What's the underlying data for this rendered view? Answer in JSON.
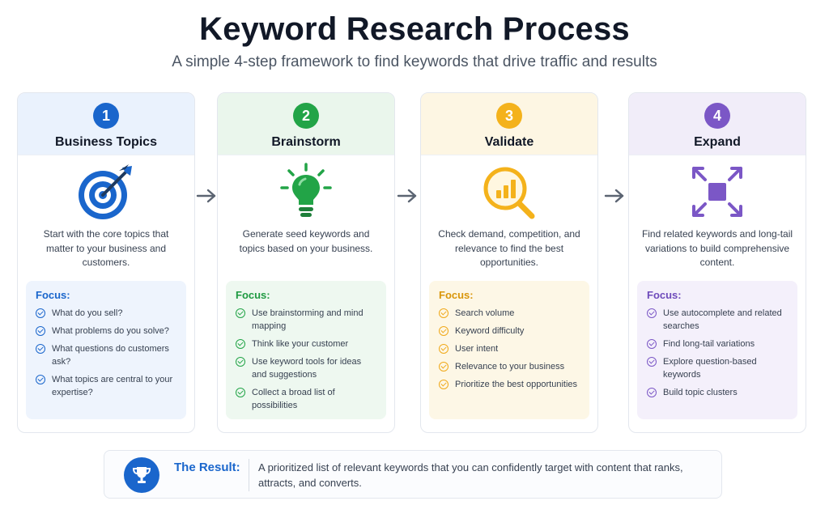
{
  "header": {
    "title": "Keyword Research Process",
    "subtitle": "A simple 4-step framework to find keywords that drive traffic and results"
  },
  "steps": [
    {
      "number": "1",
      "title": "Business Topics",
      "icon": "target-icon",
      "color": "#1a66cc",
      "description": "Start with the core topics that matter to your business and customers.",
      "focus_label": "Focus:",
      "focus_items": [
        "What do you sell?",
        "What problems do you solve?",
        "What questions do customers ask?",
        "What topics are central to your expertise?"
      ]
    },
    {
      "number": "2",
      "title": "Brainstorm",
      "icon": "lightbulb-icon",
      "color": "#22a447",
      "description": "Generate seed keywords and topics based on your business.",
      "focus_label": "Focus:",
      "focus_items": [
        "Use brainstorming and mind mapping",
        "Think like your customer",
        "Use keyword tools for ideas and suggestions",
        "Collect a broad list of possibilities"
      ]
    },
    {
      "number": "3",
      "title": "Validate",
      "icon": "magnifier-chart-icon",
      "color": "#f4b21b",
      "description": "Check demand, competition, and relevance to find the best opportunities.",
      "focus_label": "Focus:",
      "focus_items": [
        "Search volume",
        "Keyword difficulty",
        "User intent",
        "Relevance to your business",
        "Prioritize the best opportunities"
      ]
    },
    {
      "number": "4",
      "title": "Expand",
      "icon": "expand-arrows-icon",
      "color": "#7b57c6",
      "description": "Find related keywords and long-tail variations to build comprehensive content.",
      "focus_label": "Focus:",
      "focus_items": [
        "Use autocomplete and related searches",
        "Find long-tail variations",
        "Explore question-based keywords",
        "Build topic clusters"
      ]
    }
  ],
  "result": {
    "icon": "trophy-icon",
    "label": "The Result:",
    "text": "A prioritized list of relevant keywords that you can confidently target with content that ranks, attracts, and converts."
  }
}
